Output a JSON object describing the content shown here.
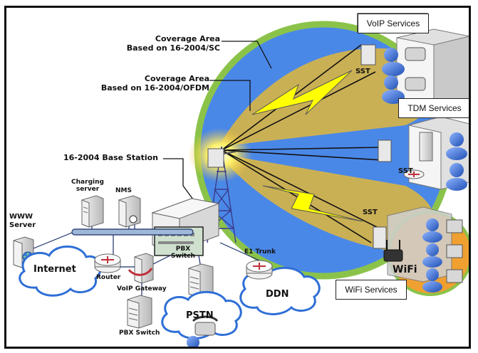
{
  "coverage_sc": {
    "line1": "Coverage Area",
    "line2": "Based on 16-2004/SC"
  },
  "coverage_ofdm": {
    "line1": "Coverage Area",
    "line2": "Based on 16-2004/OFDM"
  },
  "base_station": "16-2004 Base Station",
  "services": {
    "voip": "VoIP Services",
    "tdm": "TDM Services",
    "wifi": "WiFi Services"
  },
  "sst": "SST",
  "wifi_zone": "WiFi",
  "servers": {
    "www_line1": "WWW",
    "www_line2": "Server",
    "charging_line1": "Charging",
    "charging_line2": "server",
    "nms": "NMS"
  },
  "network": {
    "internet": "Internet",
    "router": "Router",
    "voip_gateway": "VoIP Gateway",
    "pbx_switch_top_line1": "PBX",
    "pbx_switch_top_line2": "Switch",
    "pbx_switch_bottom": "PBX Switch",
    "e1_trunk": "E1 Trunk",
    "ddn": "DDN",
    "pstn": "PSTN"
  },
  "colors": {
    "outer_coverage": "#4a88e8",
    "outer_ring": "#8bc34a",
    "inner_lobes": "#d1b24d",
    "bolt": "#ffff00",
    "wifi_zone": "#f0a030",
    "cloud_stroke": "#2f6fd6"
  }
}
